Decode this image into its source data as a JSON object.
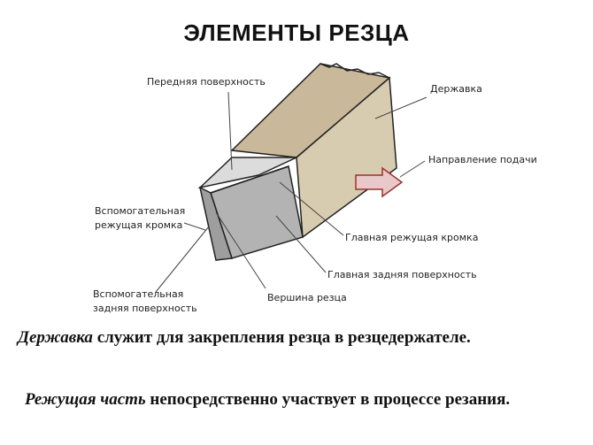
{
  "title": "ЭЛЕМЕНТЫ РЕЗЦА",
  "labels": {
    "front_surface": "Передняя поверхность",
    "holder": "Державка",
    "feed_direction": "Направление подачи",
    "aux_cutting_edge_line1": "Вспомогательная",
    "aux_cutting_edge_line2": "режущая кромка",
    "main_cutting_edge": "Главная режущая кромка",
    "main_back_surface": "Главная задняя поверхность",
    "tip": "Вершина резца",
    "aux_back_surface_line1": "Вспомогательная",
    "aux_back_surface_line2": "задняя поверхность"
  },
  "paragraphs": {
    "p1_term": "Державка",
    "p1_text": " служит для закрепления резца в резцедержателе.",
    "p2_term": "Режущая часть",
    "p2_text": " непосредственно участвует в процессе резания."
  },
  "colors": {
    "holder_face": "#d8ccb0",
    "holder_top": "#c9b89a",
    "cutter_gray": "#b3b3b3",
    "cutter_light": "#d0d0d0",
    "arrow_fill": "#e8c8c8",
    "arrow_stroke": "#a03030"
  }
}
